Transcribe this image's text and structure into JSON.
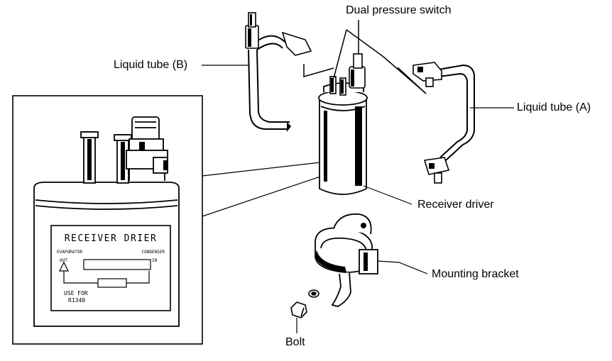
{
  "labels": {
    "dual_pressure_switch": "Dual pressure switch",
    "liquid_tube_b": "Liquid tube (B)",
    "liquid_tube_a": "Liquid tube (A)",
    "receiver_driver": "Receiver driver",
    "mounting_bracket": "Mounting bracket",
    "bolt": "Bolt"
  },
  "inset_plate": {
    "title": "RECEIVER DRIER",
    "left_label": "EVAPORATOR",
    "right_label": "CONDENSER",
    "out_mark": "OUT",
    "in_mark": "IN",
    "use_for_line1": "USE FOR",
    "use_for_line2": "R1340"
  }
}
